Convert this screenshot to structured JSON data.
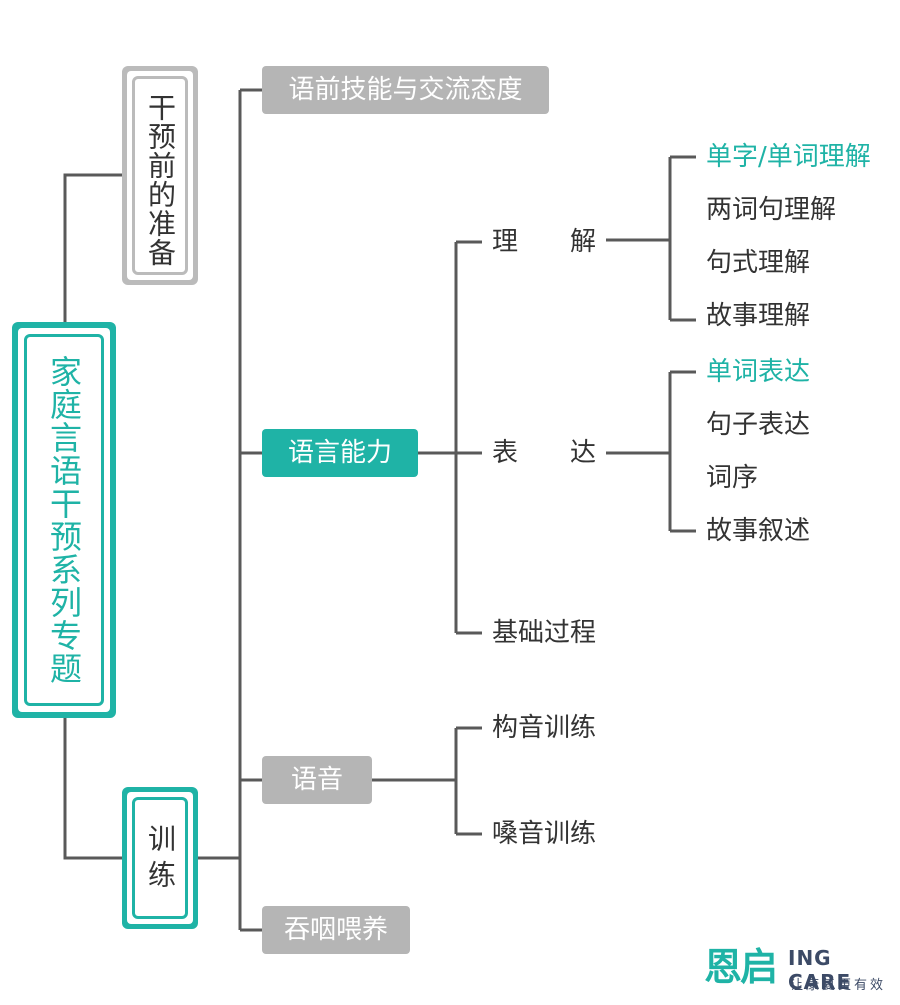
{
  "root": {
    "label": "家庭言语干预系列专题"
  },
  "prep": {
    "label": "干预前的准备",
    "children": [
      {
        "label": "语前技能与交流态度"
      }
    ]
  },
  "training": {
    "label": "训练",
    "children": [
      {
        "label": "语言能力",
        "children": [
          {
            "label": "理　　解",
            "children": [
              "单字/单词理解",
              "两词句理解",
              "句式理解",
              "故事理解"
            ]
          },
          {
            "label": "表　　达",
            "children": [
              "单词表达",
              "句子表达",
              "词序",
              "故事叙述"
            ]
          },
          {
            "label": "基础过程"
          }
        ]
      },
      {
        "label": "语音",
        "children": [
          "构音训练",
          "嗓音训练"
        ]
      },
      {
        "label": "吞咽喂养"
      }
    ]
  },
  "logo": {
    "mark": "恩启",
    "brand": "ING CARE",
    "slogan": "让康复更有效"
  },
  "colors": {
    "accent": "#1fb3a6",
    "gray_node": "#b5b5b5",
    "line": "#595959",
    "text": "#333333"
  }
}
